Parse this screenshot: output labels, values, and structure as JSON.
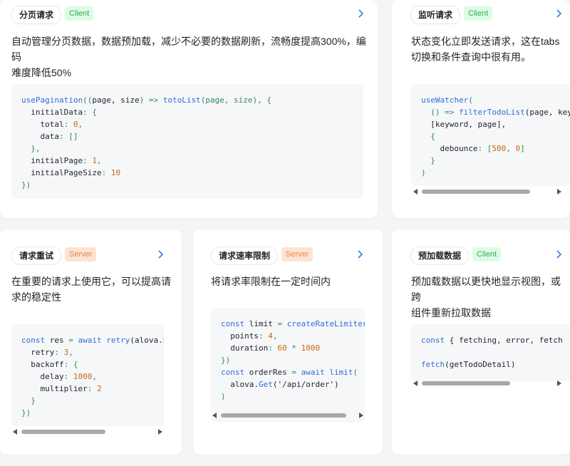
{
  "cards": [
    {
      "title": "分页请求",
      "tag": "Client",
      "desc_lines": [
        "自动管理分页数据，数据预加载，减少不必要的数据刷新，流畅度提高300%，编码",
        "难度降低50%"
      ]
    },
    {
      "title": "监听请求",
      "tag": "Client",
      "desc_lines": [
        "状态变化立即发送请求，这在tabs",
        "切换和条件查询中很有用。"
      ]
    },
    {
      "title": "请求重试",
      "tag": "Server",
      "desc_lines": [
        "在重要的请求上使用它，可以提高请",
        "求的稳定性"
      ]
    },
    {
      "title": "请求速率限制",
      "tag": "Server",
      "desc_lines": [
        "将请求率限制在一定时间内"
      ]
    },
    {
      "title": "预加载数据",
      "tag": "Client",
      "desc_lines": [
        "预加载数据以更快地显示视图，或跨",
        "组件重新拉取数据"
      ]
    }
  ],
  "code": {
    "pagination": {
      "l1a": "usePagination",
      "l1b": "((",
      "l1c": "page, size",
      "l1d": ") => ",
      "l1e": "totoList",
      "l1f": "(page, size), {",
      "l2a": "  initialData",
      "l2b": ": {",
      "l3a": "    total",
      "l3b": ": ",
      "l3c": "0",
      "l3d": ",",
      "l4a": "    data",
      "l4b": ": []",
      "l5": "  },",
      "l6a": "  initialPage",
      "l6b": ": ",
      "l6c": "1",
      "l6d": ",",
      "l7a": "  initialPageSize",
      "l7b": ": ",
      "l7c": "10",
      "l8": "})"
    },
    "watcher": {
      "l1a": "useWatcher",
      "l1b": "(",
      "l2a": "  () => ",
      "l2b": "filterTodoList",
      "l2c": "(page, key",
      "l3": "  [keyword, page],",
      "l4": "  {",
      "l5a": "    debounce",
      "l5b": ": [",
      "l5c": "500",
      "l5d": ", ",
      "l5e": "0",
      "l5f": "]",
      "l6": "  }",
      "l7": ")"
    },
    "retry": {
      "l1a": "const",
      "l1b": " res ",
      "l1c": "= ",
      "l1d": "await",
      "l1e": " retry",
      "l1f": "(alova.",
      "l1g": "Po",
      "l2a": "  retry",
      "l2b": ": ",
      "l2c": "3",
      "l2d": ",",
      "l3a": "  backoff",
      "l3b": ": {",
      "l4a": "    delay",
      "l4b": ": ",
      "l4c": "1000",
      "l4d": ",",
      "l5a": "    multiplier",
      "l5b": ": ",
      "l5c": "2",
      "l6": "  }",
      "l7": "})"
    },
    "ratelimit": {
      "l1a": "const",
      "l1b": " limit ",
      "l1c": "= ",
      "l1d": "createRateLimiter",
      "l2a": "  points",
      "l2b": ": ",
      "l2c": "4",
      "l2d": ",",
      "l3a": "  duration",
      "l3b": ": ",
      "l3c": "60",
      "l3d": " * ",
      "l3e": "1000",
      "l4": "})",
      "l5a": "const",
      "l5b": " orderRes ",
      "l5c": "= ",
      "l5d": "await",
      "l5e": " limit",
      "l5f": "(",
      "l6a": "  alova.",
      "l6b": "Get",
      "l6c": "('/api/order')",
      "l7": ")"
    },
    "preload": {
      "l1a": "const",
      "l1b": " { fetching, error, fetch",
      "l2": "",
      "l3a": "fetch",
      "l3b": "(getTodoDetail)"
    }
  },
  "icons": {
    "chevron": "chevron-right-icon"
  },
  "colors": {
    "client_bg": "#dcfce3",
    "client_fg": "#3aa657",
    "server_bg": "#fde3d2",
    "server_fg": "#e7864a",
    "accent": "#3a78e6"
  }
}
